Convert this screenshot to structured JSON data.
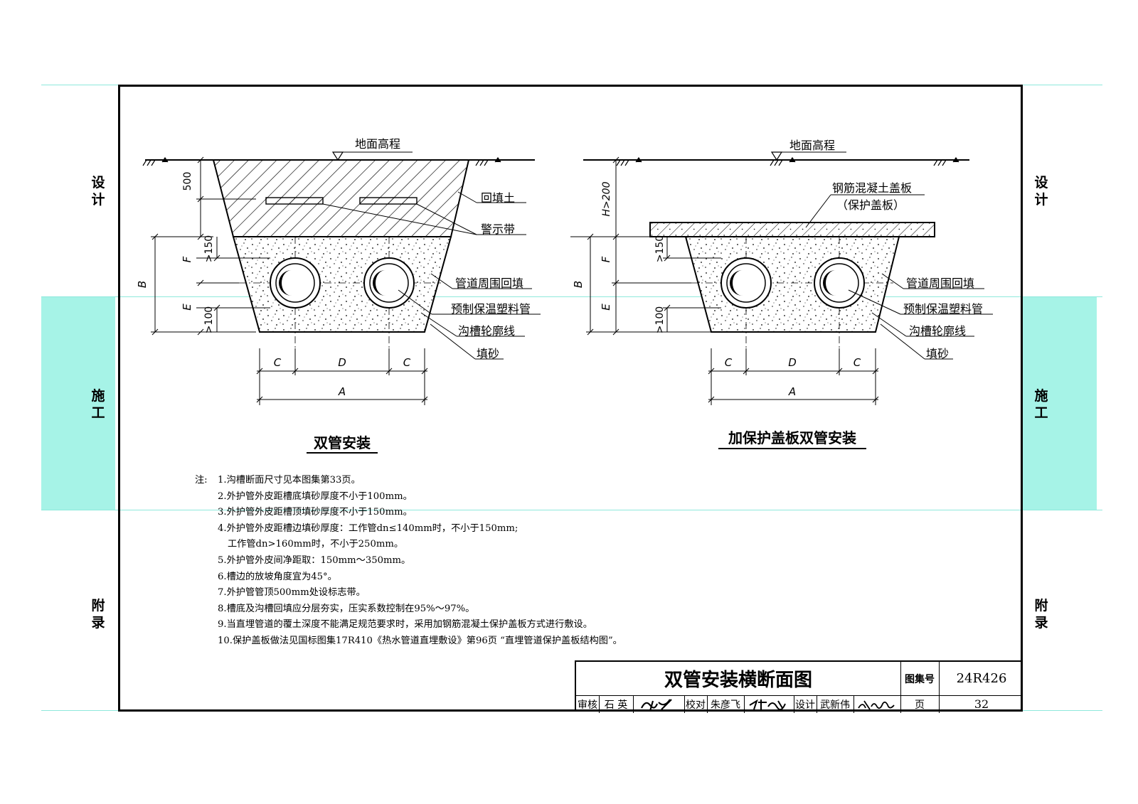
{
  "side_labels": {
    "design": "设\n计",
    "construction": "施\n工",
    "appendix": "附\n录"
  },
  "colors": {
    "accent_band": "#a6f3e7",
    "guide_line": "#8ee9dc",
    "ink": "#000000"
  },
  "left_figure": {
    "ground_label": "地面高程",
    "depth_500": "500",
    "dim_B_total": "B",
    "dim_F": "F",
    "dim_E": "E",
    "dim_ge150": ">150",
    "dim_ge100": ">100",
    "dim_C_left": "C",
    "dim_D": "D",
    "dim_C_right": "C",
    "dim_A": "A",
    "callouts": [
      "回填土",
      "警示带",
      "管道周围回填",
      "预制保温塑料管",
      "沟槽轮廓线",
      "填砂"
    ],
    "caption": "双管安装"
  },
  "right_figure": {
    "ground_label": "地面高程",
    "depth_H": "H>200",
    "dim_B_total": "B",
    "dim_F": "F",
    "dim_E": "E",
    "dim_ge150": ">150",
    "dim_ge100": ">100",
    "dim_C_left": "C",
    "dim_D": "D",
    "dim_C_right": "C",
    "dim_A": "A",
    "slab_label_1": "钢筋混凝土盖板",
    "slab_label_2": "（保护盖板）",
    "callouts": [
      "管道周围回填",
      "预制保温塑料管",
      "沟槽轮廓线",
      "填砂"
    ],
    "caption": "加保护盖板双管安装"
  },
  "notes": {
    "heading": "注:",
    "items": [
      "1.沟槽断面尺寸见本图集第33页。",
      "2.外护管外皮距槽底填砂厚度不小于100mm。",
      "3.外护管外皮距槽顶填砂厚度不小于150mm。",
      "4.外护管外皮距槽边填砂厚度：工作管dn≤140mm时，不小于150mm;",
      "工作管dn>160mm时，不小于250mm。",
      "5.外护管外皮间净距取：150mm～350mm。",
      "6.槽边的放坡角度宜为45°。",
      "7.外护管管顶500mm处设标志带。",
      "8.槽底及沟槽回填应分层夯实，压实系数控制在95%～97%。",
      "9.当直埋管道的覆土深度不能满足规范要求时，采用加钢筋混凝土保护盖板方式进行敷设。",
      "10.保护盖板做法见国标图集17R410《热水管道直埋敷设》第96页 “直埋管道保护盖板结构图”。"
    ]
  },
  "title_block": {
    "title": "双管安装横断面图",
    "atlas_label": "图集号",
    "atlas_number": "24R426",
    "review_label": "审核",
    "reviewer": "石 英",
    "check_label": "校对",
    "checker": "朱彦飞",
    "design_label": "设计",
    "designer": "武新伟",
    "page_label": "页",
    "page_number": "32"
  }
}
